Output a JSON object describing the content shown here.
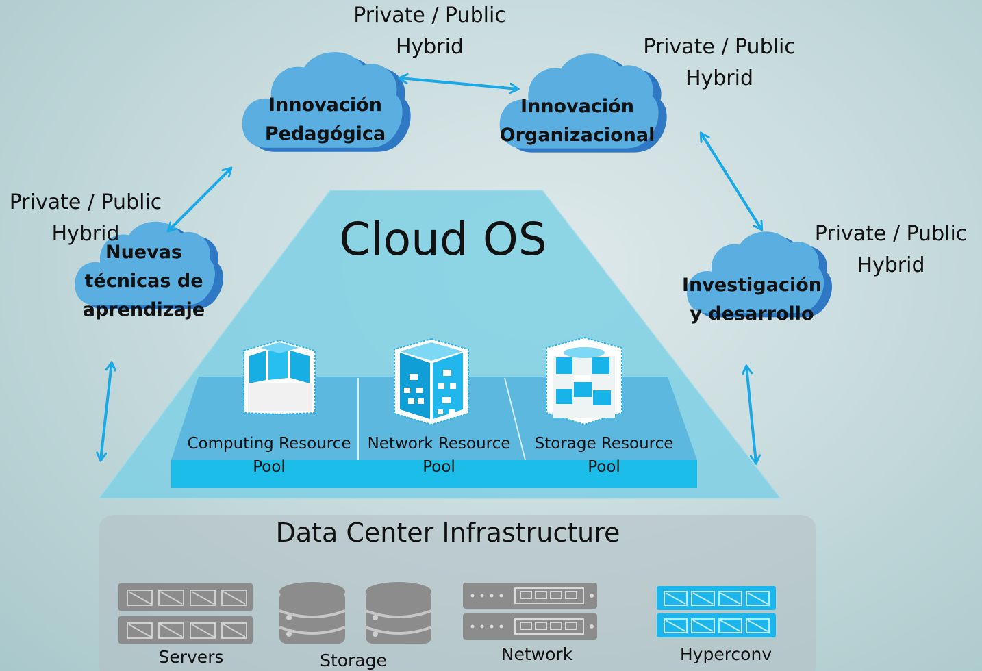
{
  "colors": {
    "cloud_fill": "#5aaee0",
    "cloud_shadow": "#2f78c4",
    "arrow": "#1aa8e6",
    "pyramid": "#7fd0e4",
    "pool_band": "#1cbde9",
    "datacenter_panel": "#b5c0c2",
    "hardware_gray": "#8c8c8c",
    "hardware_blue": "#1db6ec"
  },
  "clouds": [
    {
      "id": "pedagogica",
      "lines": [
        "Innovación",
        "Pedagógica"
      ],
      "deployment": [
        "Private / Public",
        "Hybrid"
      ]
    },
    {
      "id": "organizacional",
      "lines": [
        "Innovación",
        "Organizacional"
      ],
      "deployment": [
        "Private / Public",
        "Hybrid"
      ]
    },
    {
      "id": "nuevas",
      "lines": [
        "Nuevas",
        "técnicas de",
        "aprendizaje"
      ],
      "deployment": [
        "Private / Public",
        "Hybrid"
      ]
    },
    {
      "id": "investigacion",
      "lines": [
        "Investigación",
        "y desarrollo"
      ],
      "deployment": [
        "Private / Public",
        "Hybrid"
      ]
    }
  ],
  "cloud_os": {
    "title": "Cloud OS"
  },
  "pools": [
    {
      "label_1": "Computing Resource",
      "label_2": "Pool",
      "icon": "computing-cubes-icon"
    },
    {
      "label_1": "Network Resource",
      "label_2": "Pool",
      "icon": "network-hierarchy-icon"
    },
    {
      "label_1": "Storage Resource",
      "label_2": "Pool",
      "icon": "storage-stack-icon"
    }
  ],
  "datacenter": {
    "title": "Data Center Infrastructure",
    "items": [
      {
        "label": "Servers",
        "icon": "server-rack-icon"
      },
      {
        "label": "Storage",
        "icon": "database-icon"
      },
      {
        "label": "Network",
        "icon": "network-switch-icon"
      },
      {
        "label": "Hyperconv",
        "icon": "hyperconverged-rack-icon"
      }
    ]
  }
}
